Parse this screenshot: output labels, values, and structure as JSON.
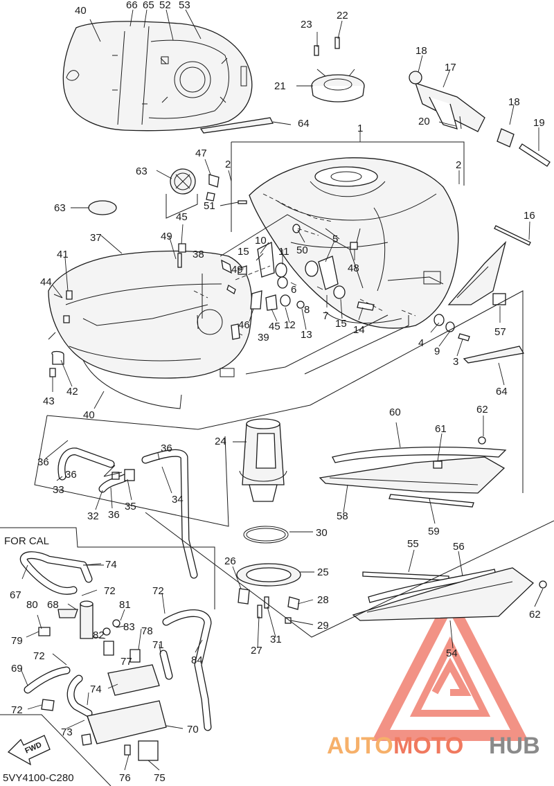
{
  "diagram": {
    "part_code": "5VY4100-C280",
    "california_note": "FOR CAL",
    "direction_label": "FWD",
    "callouts": [
      "1",
      "2",
      "2",
      "3",
      "4",
      "5",
      "6",
      "7",
      "8",
      "9",
      "10",
      "11",
      "12",
      "13",
      "14",
      "15",
      "15",
      "16",
      "17",
      "18",
      "18",
      "19",
      "20",
      "21",
      "22",
      "23",
      "24",
      "25",
      "26",
      "27",
      "28",
      "29",
      "30",
      "31",
      "32",
      "33",
      "34",
      "35",
      "36",
      "36",
      "36",
      "36",
      "36",
      "37",
      "38",
      "39",
      "40",
      "40",
      "41",
      "42",
      "43",
      "44",
      "45",
      "45",
      "46",
      "47",
      "48",
      "49",
      "49",
      "50",
      "51",
      "52",
      "53",
      "54",
      "55",
      "56",
      "57",
      "58",
      "59",
      "60",
      "61",
      "62",
      "62",
      "63",
      "63",
      "64",
      "64",
      "65",
      "66",
      "67",
      "68",
      "69",
      "70",
      "71",
      "72",
      "72",
      "72",
      "72",
      "73",
      "74",
      "74",
      "75",
      "76",
      "77",
      "78",
      "79",
      "80",
      "81",
      "82",
      "83",
      "84"
    ]
  },
  "watermark": {
    "part1": "AUTO",
    "part2": "MOTO",
    "part3": "HUB",
    "colors": {
      "auto": "#f6b06a",
      "moto": "#f0795f",
      "hub": "#8a8a8a",
      "logo": "#f08070"
    }
  }
}
